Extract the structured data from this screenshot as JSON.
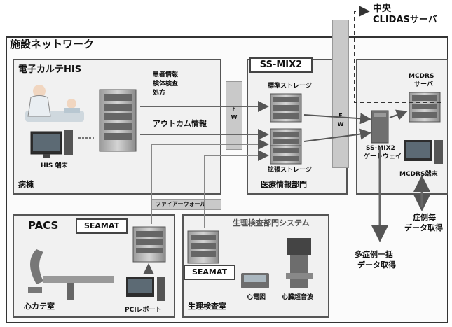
{
  "outer": {
    "title": "施設ネットワーク"
  },
  "top_right": {
    "server_label_line1": "中央",
    "server_label_line2": "CLIDASサーバ"
  },
  "his": {
    "title": "電子カルテHIS",
    "ward": "病棟",
    "terminal": "HIS 端末",
    "flow_top_line1": "患者情報",
    "flow_top_line2": "検体検査",
    "flow_top_line3": "処方",
    "flow_mid": "アウトカム情報"
  },
  "fw": {
    "left": "F W",
    "right": "F W",
    "horizontal": "ファイアーウォール"
  },
  "ssmix": {
    "badge": "SS-MIX2",
    "std_storage": "標準ストレージ",
    "ext_storage": "拡張ストレージ",
    "dept": "医療情報部門"
  },
  "mcdrs": {
    "server_line1": "MCDRS",
    "server_line2": "サーバ",
    "gateway_line1": "SS-MIX2",
    "gateway_line2": "ゲートウェイ",
    "terminal": "MCDRS端末"
  },
  "outputs": {
    "per_case_line1": "症例毎",
    "per_case_line2": "データ取得",
    "bulk_line1": "多症例一括",
    "bulk_line2": "データ取得"
  },
  "pacs": {
    "title": "PACS",
    "seamat": "SEAMAT",
    "room": "心カテ室",
    "report": "PCIレポート"
  },
  "physio": {
    "title": "生理検査部門システム",
    "seamat": "SEAMAT",
    "room": "生理検査室",
    "ecg": "心電図",
    "echo": "心臓超音波"
  }
}
